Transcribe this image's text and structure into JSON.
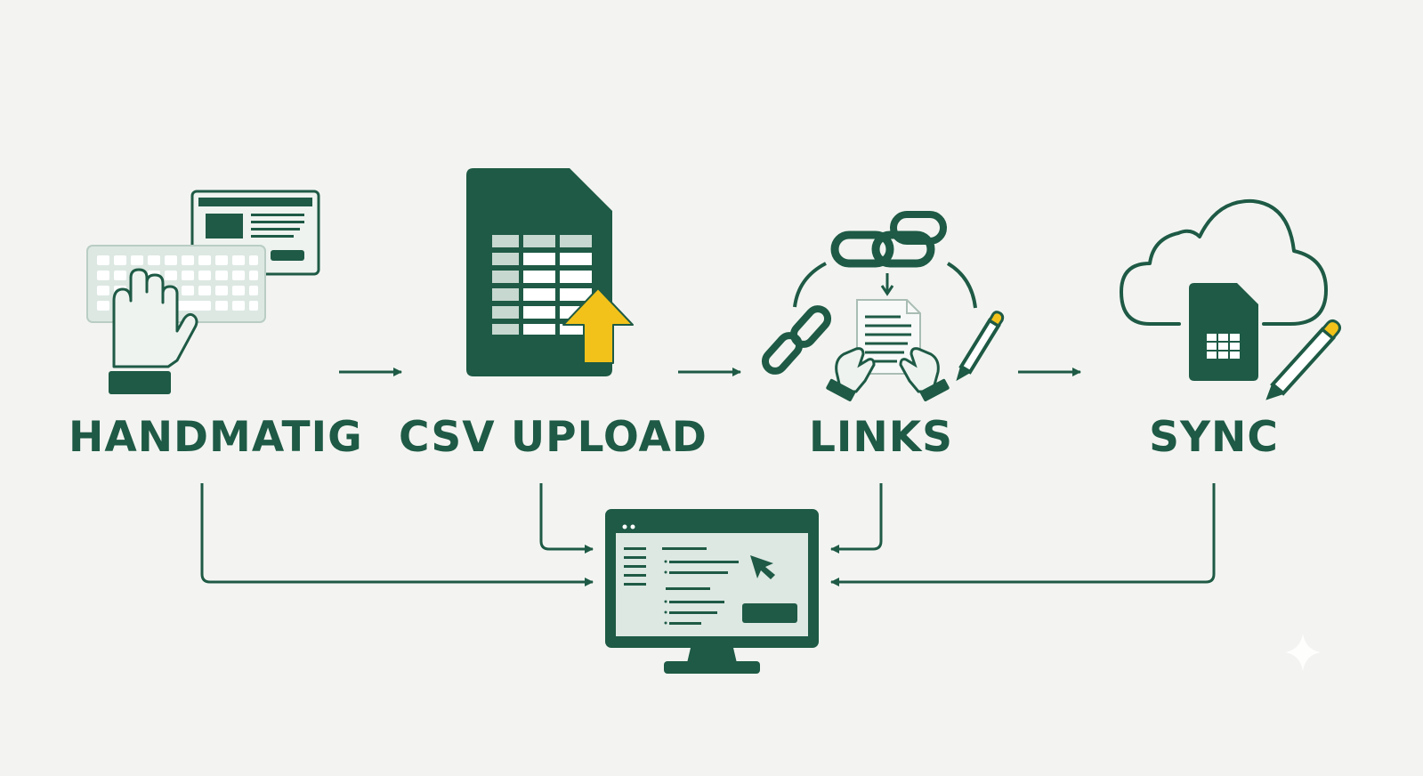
{
  "colors": {
    "primary": "#1e5a45",
    "light": "#dde8e3",
    "accent": "#f2c21b",
    "background": "#f3f4f2"
  },
  "steps": [
    {
      "label": "HANDMATIG",
      "icon": "hand-keyboard-form-icon"
    },
    {
      "label": "CSV UPLOAD",
      "icon": "spreadsheet-upload-icon"
    },
    {
      "label": "LINKS",
      "icon": "chain-links-document-icon"
    },
    {
      "label": "SYNC",
      "icon": "cloud-sync-spreadsheet-icon"
    }
  ],
  "target": {
    "icon": "monitor-app-screen-icon"
  }
}
